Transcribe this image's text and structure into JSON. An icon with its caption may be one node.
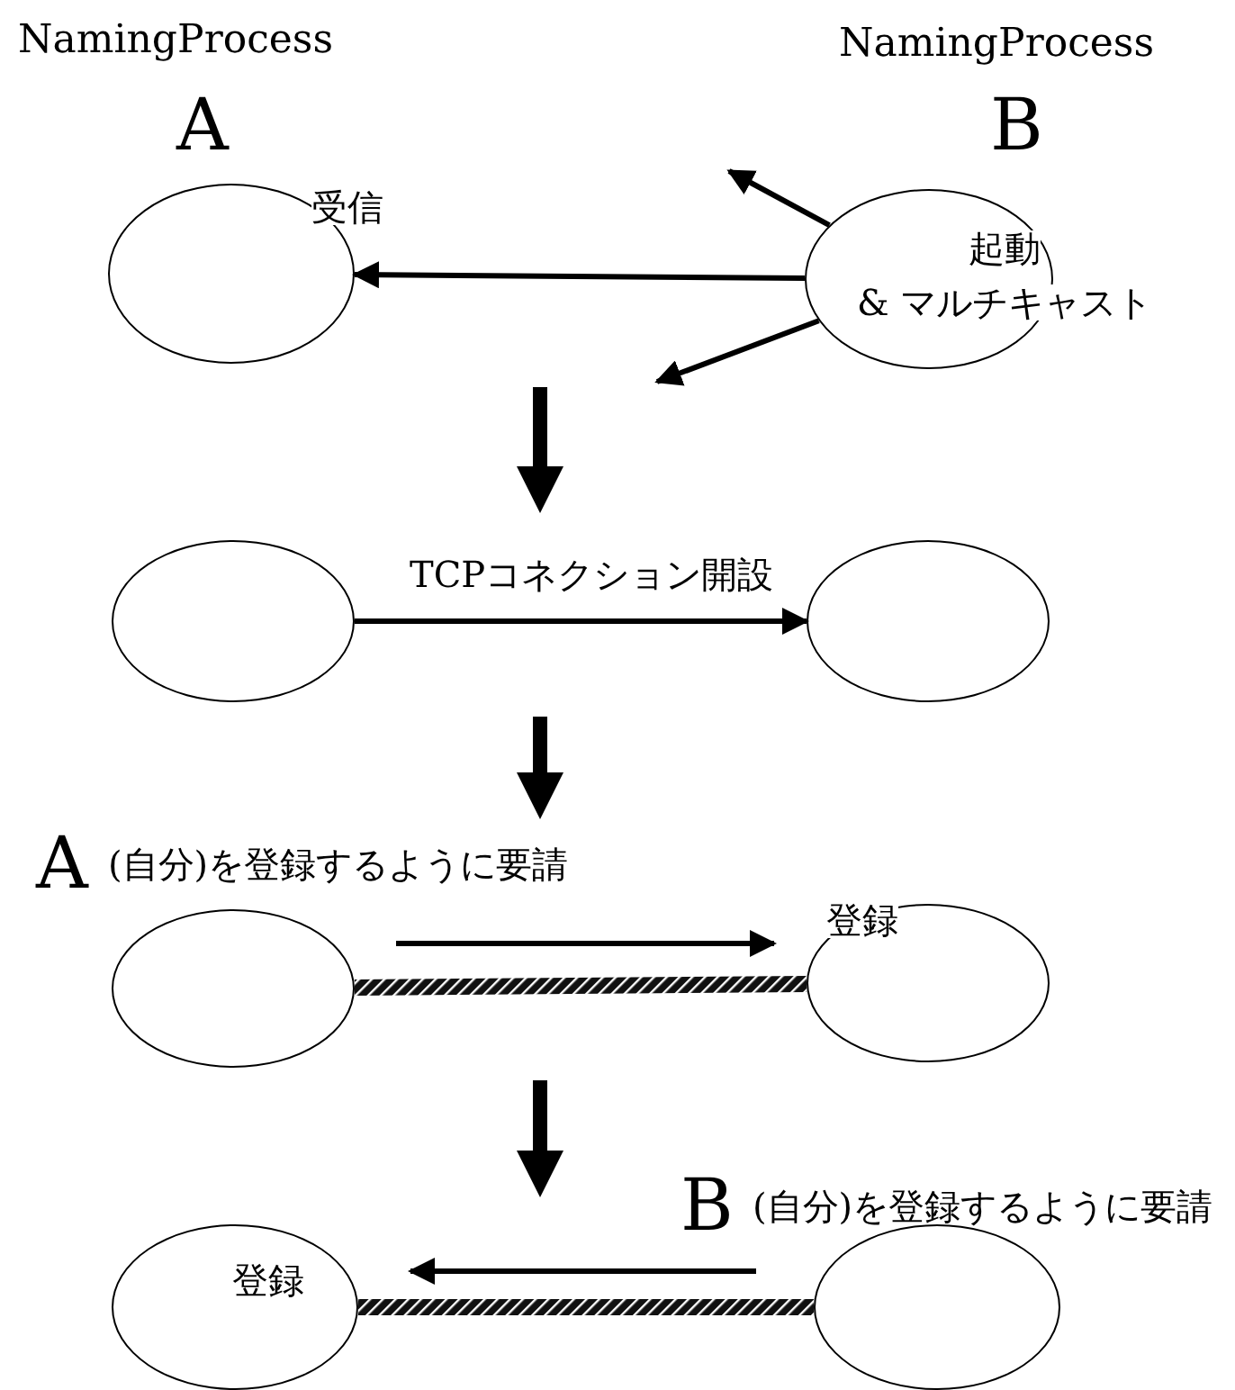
{
  "diagram": {
    "nodes": [
      {
        "text": [
          "受信"
        ]
      },
      {
        "text": [
          "起動",
          "& マルチキャスト"
        ]
      },
      {
        "text": [],
        "shape": "circle"
      },
      {
        "text": [],
        "shape": "circle"
      },
      {
        "text": [],
        "shape": "circle"
      },
      {
        "text": [
          "登録"
        ]
      },
      {
        "text": [
          "登録"
        ]
      },
      {
        "text": [],
        "shape": "circle"
      }
    ],
    "edges": [
      {
        "from": 1,
        "to": 0,
        "arrow": "to"
      },
      {
        "from": 1,
        "to": null,
        "arrow": "to"
      },
      {
        "from": 1,
        "to": null,
        "arrow": "to"
      },
      {
        "from": 2,
        "to": 3,
        "arrow": "to",
        "label": "TCPコネクション開設"
      },
      {
        "from": 4,
        "to": 5,
        "arrow": "none",
        "style": "thick"
      },
      {
        "from": 6,
        "to": 7,
        "arrow": "none",
        "style": "thick"
      }
    ],
    "labels": [
      "NamingProcess",
      "A",
      "NamingProcess",
      "B",
      "A",
      "(自分)を登録するように要請",
      "B",
      "(自分)を登録するように要請"
    ]
  }
}
